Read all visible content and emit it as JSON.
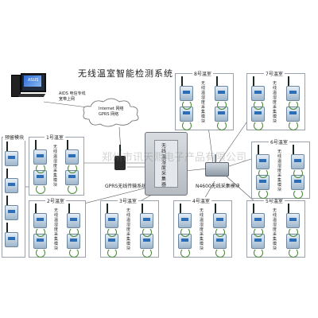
{
  "title": "无线温室智能检测系统",
  "pc": {
    "monitor_brand": "ASUS",
    "line1": "AIDS  电信专线",
    "line2": "宽带上网"
  },
  "cloud": {
    "line1": "Internet 网络",
    "line2": "GPRS 网络"
  },
  "collector": {
    "label": "无线温湿度采集器"
  },
  "gprs_label": "GPRS无线传输系统",
  "n4600_label": "N4600无线采集模块",
  "backup_label": "预留模块",
  "module_vtext": "无线温湿度采集模块",
  "watermark": "郑州市讯天熙电子产品有限公司",
  "rooms": [
    {
      "name": "1号温室"
    },
    {
      "name": "2号温室"
    },
    {
      "name": "3号温室"
    },
    {
      "name": "4号温室"
    },
    {
      "name": "5号温室"
    },
    {
      "name": "6号温室"
    },
    {
      "name": "7号温室"
    },
    {
      "name": "8号温室"
    }
  ]
}
